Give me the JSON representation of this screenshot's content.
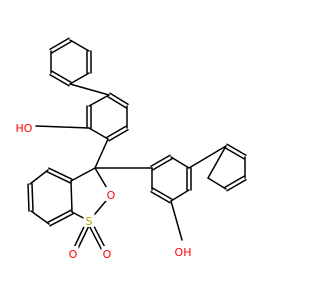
{
  "diagram": {
    "kind": "chemical-structure",
    "colors": {
      "carbon": "#000000",
      "oxygen": "#ff0000",
      "sulfur": "#b8a000",
      "background": "#ffffff"
    },
    "labels": [
      {
        "id": "oh-upper",
        "text": "HO",
        "element": "O"
      },
      {
        "id": "oh-lower",
        "text": "OH",
        "element": "O"
      },
      {
        "id": "ring-o",
        "text": "O",
        "element": "O"
      },
      {
        "id": "sulfur",
        "text": "S",
        "element": "S"
      },
      {
        "id": "sulfonyl-o1",
        "text": "O",
        "element": "O"
      },
      {
        "id": "sulfonyl-o2",
        "text": "O",
        "element": "O"
      }
    ]
  }
}
